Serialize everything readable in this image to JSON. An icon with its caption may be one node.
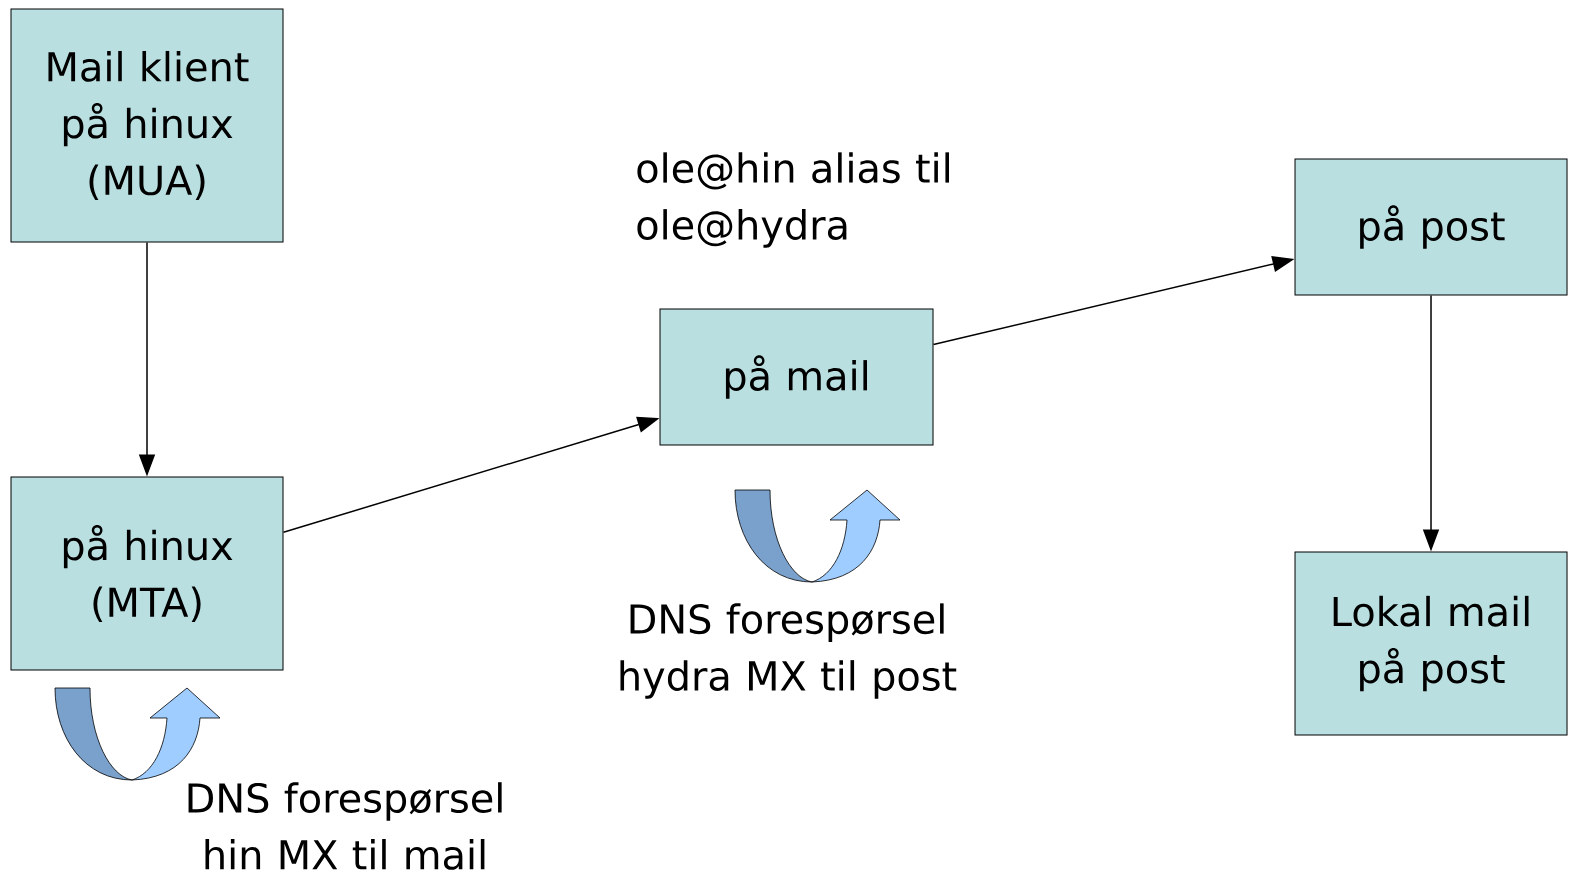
{
  "diagram": {
    "nodes": [
      {
        "text": [
          "Mail klient på hinux (MUA)"
        ]
      },
      {
        "text": [
          "på hinux (MTA)"
        ]
      },
      {
        "text": [
          "på mail"
        ]
      },
      {
        "text": [
          "på post"
        ]
      },
      {
        "text": [
          "Lokal mail på post"
        ]
      }
    ],
    "edges": [
      {
        "from": 0,
        "to": 1,
        "arrow": "to"
      },
      {
        "from": 1,
        "to": 2,
        "arrow": "to"
      },
      {
        "from": 2,
        "to": 3,
        "arrow": "to"
      },
      {
        "from": 3,
        "to": 4,
        "arrow": "to"
      }
    ],
    "labels": [
      "ole@hin alias til ole@hydra",
      "DNS forespørsel hydra MX til post",
      "DNS forespørsel hin MX til mail"
    ]
  }
}
